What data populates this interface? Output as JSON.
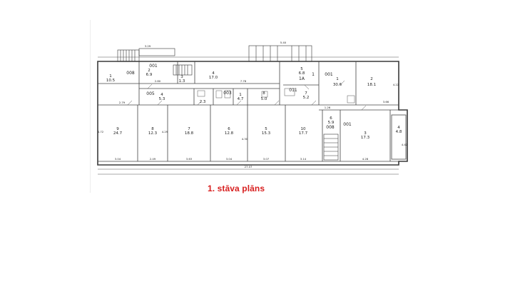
{
  "caption": "1. stāva plāns",
  "colors": {
    "caption": "#d81f1f",
    "walls": "#3a3a3a"
  },
  "rooms": [
    {
      "id": "r_nw",
      "number": "1",
      "area": "10.5"
    },
    {
      "id": "r_nw2",
      "number": "2",
      "area": "6.9"
    },
    {
      "id": "r_n3",
      "number": "3",
      "area": "1.3"
    },
    {
      "id": "r_n4",
      "number": "4",
      "area": "17.0"
    },
    {
      "id": "r_mid5",
      "number": "4",
      "area": "5.3"
    },
    {
      "id": "r_mid6",
      "number": "",
      "area": "2.3"
    },
    {
      "id": "r_mid7",
      "number": "1",
      "area": "4.7"
    },
    {
      "id": "r_mid8",
      "number": "8",
      "area": "5.0"
    },
    {
      "id": "r_mid9",
      "number": "7",
      "area": "5.2"
    },
    {
      "id": "r_ne5",
      "number": "5",
      "area": "6.8"
    },
    {
      "id": "r_ne1",
      "number": "1",
      "area": "30.6"
    },
    {
      "id": "r_ne2",
      "number": "2",
      "area": "18.1"
    },
    {
      "id": "r_s9",
      "number": "9",
      "area": "24.7"
    },
    {
      "id": "r_s8",
      "number": "8",
      "area": "12.3"
    },
    {
      "id": "r_s7",
      "number": "7",
      "area": "18.8"
    },
    {
      "id": "r_s6",
      "number": "6",
      "area": "12.8"
    },
    {
      "id": "r_s5",
      "number": "5",
      "area": "15.3"
    },
    {
      "id": "r_s10",
      "number": "10",
      "area": "17.7"
    },
    {
      "id": "r_s_stair",
      "number": "6",
      "area": "5.9"
    },
    {
      "id": "r_se3",
      "number": "3",
      "area": "17.3"
    },
    {
      "id": "r_se4",
      "number": "4",
      "area": "4.8"
    }
  ],
  "codes": [
    {
      "id": "c1",
      "text": "008"
    },
    {
      "id": "c2",
      "text": "001"
    },
    {
      "id": "c3",
      "text": "005"
    },
    {
      "id": "c4",
      "text": "003"
    },
    {
      "id": "c5",
      "text": "011"
    },
    {
      "id": "c6",
      "text": "1A"
    },
    {
      "id": "c7",
      "text": "1"
    },
    {
      "id": "c8",
      "text": "008"
    },
    {
      "id": "c9",
      "text": "001"
    },
    {
      "id": "c10",
      "text": "001"
    }
  ],
  "dimensions": [
    {
      "id": "d_total",
      "text": "27.07"
    },
    {
      "id": "d_s1",
      "text": "3.04"
    },
    {
      "id": "d_s2",
      "text": "2.49"
    },
    {
      "id": "d_s3",
      "text": "3.63"
    },
    {
      "id": "d_s4",
      "text": "3.04"
    },
    {
      "id": "d_s5",
      "text": "3.07"
    },
    {
      "id": "d_s6",
      "text": "3.14"
    },
    {
      "id": "d_s7",
      "text": "4.28"
    },
    {
      "id": "d_top1",
      "text": "3.29"
    },
    {
      "id": "d_top2",
      "text": "5.40"
    },
    {
      "id": "d_h1",
      "text": "4.72"
    },
    {
      "id": "d_h2",
      "text": "4.29"
    },
    {
      "id": "d_h3",
      "text": "4.30"
    },
    {
      "id": "d_h4",
      "text": "4.22"
    },
    {
      "id": "d_h5",
      "text": "4.42"
    },
    {
      "id": "d_m1",
      "text": "2.80"
    },
    {
      "id": "d_m2",
      "text": "7.78"
    },
    {
      "id": "d_m3",
      "text": "2.79"
    },
    {
      "id": "d_m4",
      "text": "1.26"
    },
    {
      "id": "d_m5",
      "text": "3.66"
    }
  ]
}
